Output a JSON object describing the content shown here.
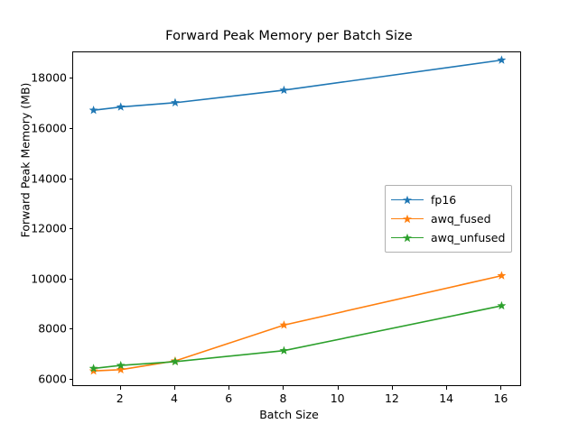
{
  "chart_data": {
    "type": "line",
    "title": "Forward Peak Memory per Batch Size",
    "xlabel": "Batch Size",
    "ylabel": "Forward Peak Memory (MB)",
    "x": [
      1,
      2,
      4,
      8,
      16
    ],
    "xlim": [
      0.25,
      16.75
    ],
    "ylim": [
      5710,
      19060
    ],
    "xticks": [
      2,
      4,
      6,
      8,
      10,
      12,
      14,
      16
    ],
    "xticklabels": [
      "2",
      "4",
      "6",
      "8",
      "10",
      "12",
      "14",
      "16"
    ],
    "yticks": [
      6000,
      8000,
      10000,
      12000,
      14000,
      16000,
      18000
    ],
    "yticklabels": [
      "6000",
      "8000",
      "10000",
      "12000",
      "14000",
      "16000",
      "18000"
    ],
    "grid": false,
    "legend_position": "center right",
    "marker": "star",
    "series": [
      {
        "name": "fp16",
        "color": "#1f77b4",
        "values": [
          16750,
          16880,
          17050,
          17550,
          18750
        ]
      },
      {
        "name": "awq_fused",
        "color": "#ff7f0e",
        "values": [
          6350,
          6400,
          6750,
          8180,
          10150
        ]
      },
      {
        "name": "awq_unfused",
        "color": "#2ca02c",
        "values": [
          6450,
          6570,
          6720,
          7160,
          8950
        ]
      }
    ]
  },
  "figure": {
    "background": "#ffffff",
    "axes_edge_color": "#000000",
    "legend_frame_color": "#b0b0b0"
  }
}
